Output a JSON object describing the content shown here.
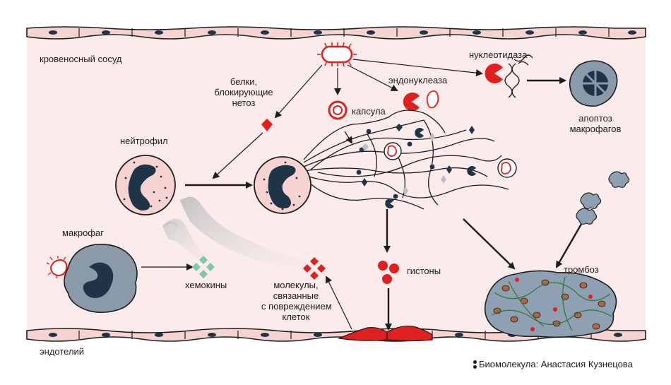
{
  "labels": {
    "vessel": "кровеносный сосуд",
    "proteins": [
      "белки,",
      "блокирующие",
      "нетоз"
    ],
    "capsule": "капсула",
    "endonuclease": "эндонуклеаза",
    "nucleotidase": "нуклеотидаза",
    "apoptosis": [
      "апоптоз",
      "макрофагов"
    ],
    "neutrophil": "нейтрофил",
    "macrophage": "макрофаг",
    "chemokines": "хемокины",
    "damage_molecules": [
      "молекулы,",
      "связанные",
      "с повреждением",
      "клеток"
    ],
    "histones": "гистоны",
    "thrombosis": "тромбоз",
    "endothelium": "эндотелий"
  },
  "credit": "Биомолекула: Анастасия Кузнецова",
  "colors": {
    "vessel_bg": "#fbebea",
    "cell_pink": "#f4d3d0",
    "nucleus": "#1f3447",
    "macrophage": "#8a9aab",
    "red": "#e0201e",
    "chemokine_green": "#7ec7ad",
    "platelet": "#8fa0b2"
  }
}
